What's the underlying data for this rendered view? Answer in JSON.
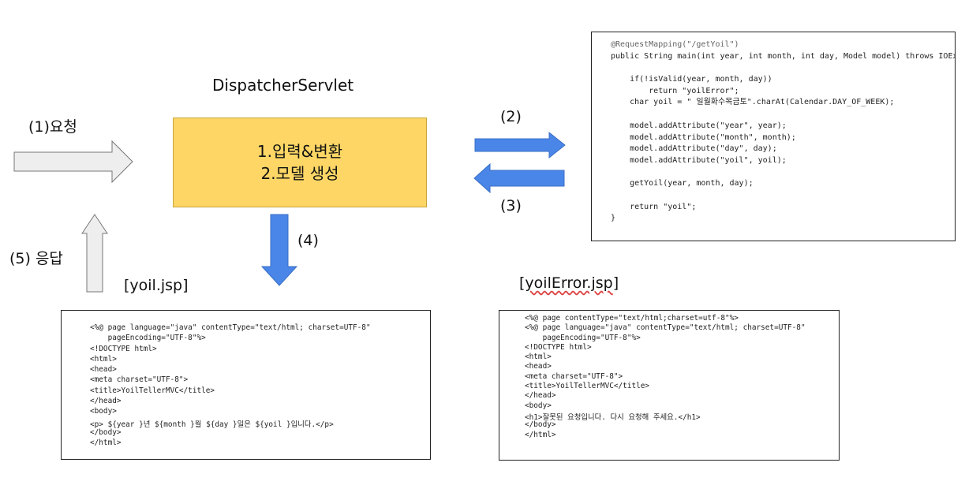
{
  "labels": {
    "dispatcher_title": "DispatcherServlet",
    "request": "(1)요청",
    "step2": "(2)",
    "step3": "(3)",
    "step4": "(4)",
    "response": "(5) 응답",
    "yoil_jsp": "[yoil.jsp]",
    "yoil_error_jsp": "[yoilError.jsp]"
  },
  "servlet_box": {
    "line1": "1.입력&변환",
    "line2": "2.모델 생성"
  },
  "controller_code": [
    "@RequestMapping(\"/getYoil\")",
    "public String main(int year, int month, int day, Model model) throws IOException {",
    "",
    "    if(!isValid(year, month, day))",
    "        return \"yoilError\";",
    "    char yoil = \" 일월화수목금토\".charAt(Calendar.DAY_OF_WEEK);",
    "",
    "    model.addAttribute(\"year\", year);",
    "    model.addAttribute(\"month\", month);",
    "    model.addAttribute(\"day\", day);",
    "    model.addAttribute(\"yoil\", yoil);",
    "",
    "    getYoil(year, month, day);",
    "",
    "    return \"yoil\";",
    "}"
  ],
  "yoil_code": [
    "<%@ page language=\"java\" contentType=\"text/html; charset=UTF-8\"",
    "    pageEncoding=\"UTF-8\"%>",
    "<!DOCTYPE html>",
    "<html>",
    "<head>",
    "<meta charset=\"UTF-8\">",
    "<title>YoilTellerMVC</title>",
    "</head>",
    "<body>",
    "<p> ${year }년 ${month }월 ${day }일은 ${yoil }입니다.</p>",
    "</body>",
    "</html>"
  ],
  "yoil_error_code": [
    "<%@ page contentType=\"text/html;charset=utf-8\"%>",
    "<%@ page language=\"java\" contentType=\"text/html; charset=UTF-8\"",
    "    pageEncoding=\"UTF-8\"%>",
    "<!DOCTYPE html>",
    "<html>",
    "<head>",
    "<meta charset=\"UTF-8\">",
    "<title>YoilTellerMVC</title>",
    "</head>",
    "<body>",
    "<h1>잘못된 요청입니다. 다시 요청해 주세요.</h1>",
    "</body>",
    "</html>"
  ],
  "colors": {
    "servlet_box": "#fdd665",
    "blue_arrow": "#4a86e8",
    "gray_arrow": "#eeeeee"
  }
}
